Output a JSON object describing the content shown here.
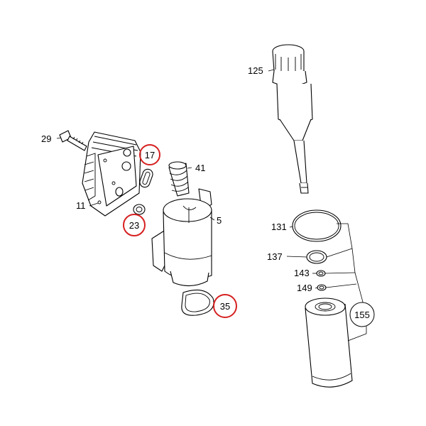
{
  "labels": {
    "p29": "29",
    "p11": "11",
    "p17": "17",
    "p23": "23",
    "p41": "41",
    "p5": "5",
    "p35": "35",
    "p125": "125",
    "p131": "131",
    "p137": "137",
    "p143": "143",
    "p149": "149",
    "p155": "155"
  },
  "colors": {
    "line": "#000000",
    "highlight": "#d62020",
    "background": "#ffffff"
  }
}
